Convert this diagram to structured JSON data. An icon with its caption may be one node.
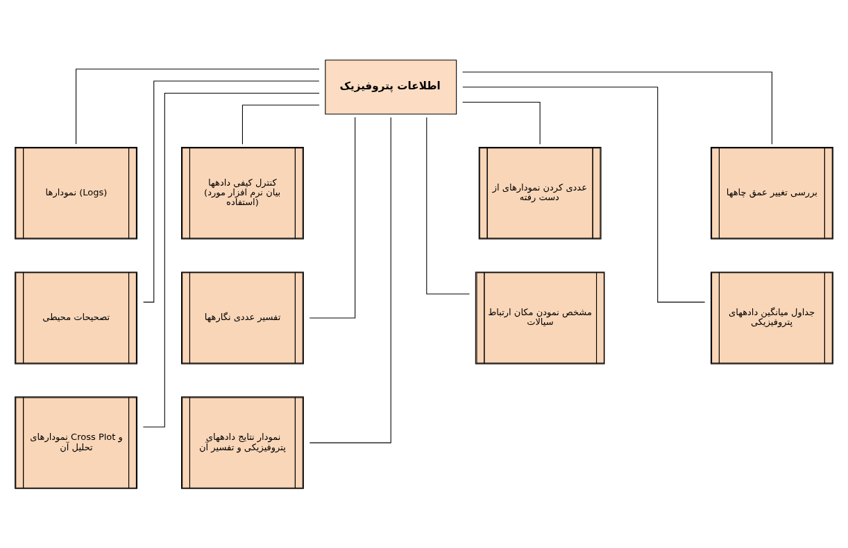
{
  "diagram": {
    "nodes": [
      {
        "text": [
          "اطلاعات پتروفیزیک"
        ]
      },
      {
        "text": [
          "نمودارها (Logs)"
        ]
      },
      {
        "text": [
          "کنترل کیفی دادهها (بیان نرم افزار مورد استفاده)"
        ]
      },
      {
        "text": [
          "عددی کردن نمودارهای از دست رفته"
        ]
      },
      {
        "text": [
          "بررسی تغییر عمق چاهها"
        ]
      },
      {
        "text": [
          "تصحیحات محیطی"
        ]
      },
      {
        "text": [
          "تفسیر عددی نگارهها"
        ]
      },
      {
        "text": [
          "مشخص نمودن مکان ارتباط سیالات"
        ]
      },
      {
        "text": [
          "جداول میانگین دادههای پتروفیزیکی"
        ]
      },
      {
        "text": [
          "نمودارهای Cross Plot و تحلیل آن"
        ]
      },
      {
        "text": [
          "نمودار نتایج دادههای پتروفیزیکی و تفسیر آن"
        ]
      }
    ],
    "edges": [
      {
        "from": 0,
        "to": 1,
        "arrow": "none"
      },
      {
        "from": 0,
        "to": 2,
        "arrow": "none"
      },
      {
        "from": 0,
        "to": 3,
        "arrow": "none"
      },
      {
        "from": 0,
        "to": 4,
        "arrow": "none"
      },
      {
        "from": 0,
        "to": 5,
        "arrow": "none"
      },
      {
        "from": 0,
        "to": 6,
        "arrow": "none"
      },
      {
        "from": 0,
        "to": 7,
        "arrow": "none"
      },
      {
        "from": 0,
        "to": 8,
        "arrow": "none"
      },
      {
        "from": 0,
        "to": 9,
        "arrow": "none"
      },
      {
        "from": 0,
        "to": 10,
        "arrow": "none"
      }
    ]
  }
}
